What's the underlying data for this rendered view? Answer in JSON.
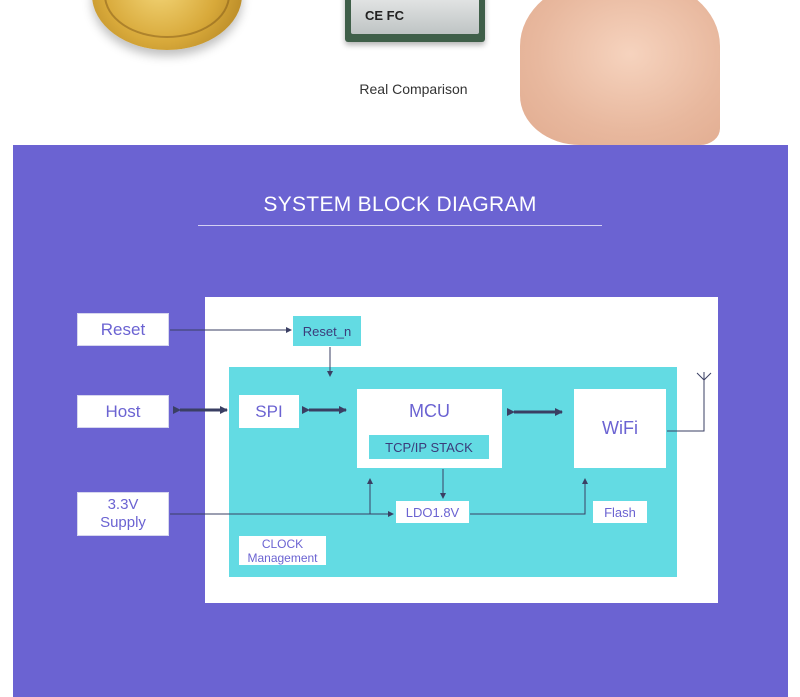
{
  "header": {
    "caption": "Real Comparison",
    "module_marks": "CE FC"
  },
  "diagram": {
    "title": "SYSTEM BLOCK DIAGRAM",
    "external": {
      "reset": "Reset",
      "host": "Host",
      "supply_line1": "3.3V",
      "supply_line2": "Supply"
    },
    "blocks": {
      "reset_n": "Reset_n",
      "spi": "SPI",
      "mcu": "MCU",
      "tcpip": "TCP/IP STACK",
      "wifi": "WiFi",
      "ldo": "LDO1.8V",
      "flash": "Flash",
      "clock_line1": "CLOCK",
      "clock_line2": "Management"
    }
  },
  "colors": {
    "panel": "#6b63d2",
    "module_fill": "#63dbe3",
    "text_accent": "#6b63d2",
    "arrow": "#3a3f63"
  }
}
